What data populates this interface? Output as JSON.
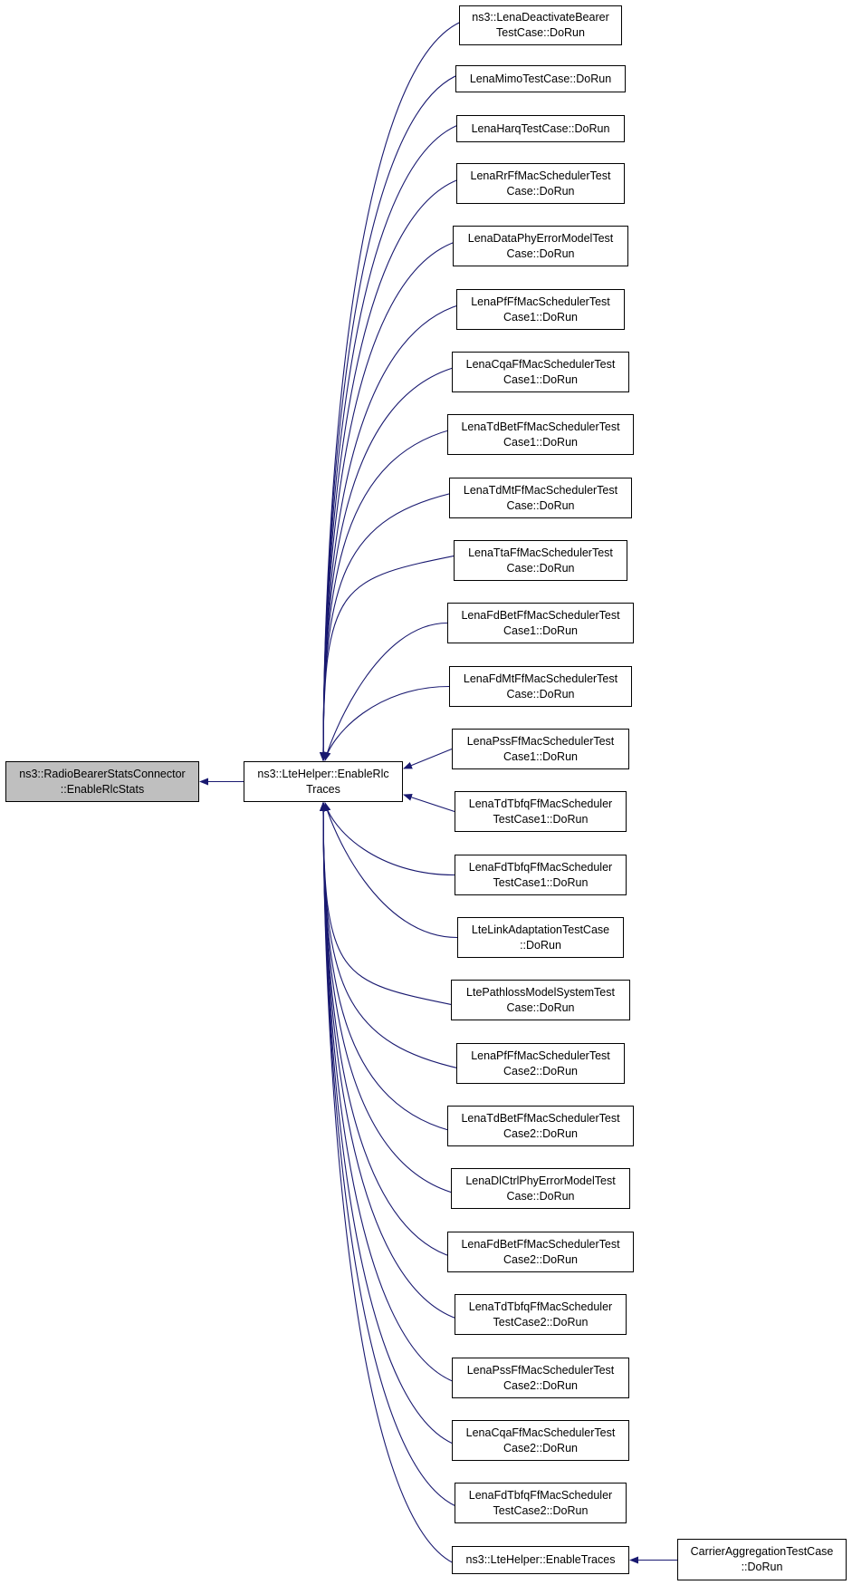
{
  "colors": {
    "edge": "#191970",
    "border": "#000000",
    "highlight_fill": "#bfbfbf",
    "node_fill": "#ffffff"
  },
  "nodes": {
    "root": "ns3::RadioBearerStatsConnector\n::EnableRlcStats",
    "mid": "ns3::LteHelper::EnableRlc\nTraces",
    "callers": [
      "ns3::LenaDeactivateBearer\nTestCase::DoRun",
      "LenaMimoTestCase::DoRun",
      "LenaHarqTestCase::DoRun",
      "LenaRrFfMacSchedulerTest\nCase::DoRun",
      "LenaDataPhyErrorModelTest\nCase::DoRun",
      "LenaPfFfMacSchedulerTest\nCase1::DoRun",
      "LenaCqaFfMacSchedulerTest\nCase1::DoRun",
      "LenaTdBetFfMacSchedulerTest\nCase1::DoRun",
      "LenaTdMtFfMacSchedulerTest\nCase::DoRun",
      "LenaTtaFfMacSchedulerTest\nCase::DoRun",
      "LenaFdBetFfMacSchedulerTest\nCase1::DoRun",
      "LenaFdMtFfMacSchedulerTest\nCase::DoRun",
      "LenaPssFfMacSchedulerTest\nCase1::DoRun",
      "LenaTdTbfqFfMacScheduler\nTestCase1::DoRun",
      "LenaFdTbfqFfMacScheduler\nTestCase1::DoRun",
      "LteLinkAdaptationTestCase\n::DoRun",
      "LtePathlossModelSystemTest\nCase::DoRun",
      "LenaPfFfMacSchedulerTest\nCase2::DoRun",
      "LenaTdBetFfMacSchedulerTest\nCase2::DoRun",
      "LenaDlCtrlPhyErrorModelTest\nCase::DoRun",
      "LenaFdBetFfMacSchedulerTest\nCase2::DoRun",
      "LenaTdTbfqFfMacScheduler\nTestCase2::DoRun",
      "LenaPssFfMacSchedulerTest\nCase2::DoRun",
      "LenaCqaFfMacSchedulerTest\nCase2::DoRun",
      "LenaFdTbfqFfMacScheduler\nTestCase2::DoRun",
      "ns3::LteHelper::EnableTraces"
    ],
    "carrier": "CarrierAggregationTestCase\n::DoRun"
  }
}
